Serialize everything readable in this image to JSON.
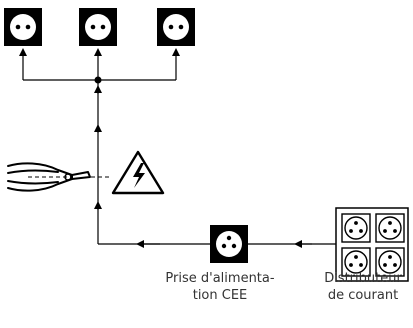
{
  "diagram": {
    "labels": {
      "cee_outlet_line1": "Prise d'alimenta-",
      "cee_outlet_line2": "tion CEE",
      "distributor_line1": "Distributeur",
      "distributor_line2": "de courant"
    },
    "icons": [
      "socket-icon",
      "cee-socket-icon",
      "quad-socket-icon",
      "electric-warning-icon",
      "wire-cutter-icon"
    ],
    "colors": {
      "ink": "#000000",
      "text": "#333333",
      "background": "#ffffff"
    }
  }
}
